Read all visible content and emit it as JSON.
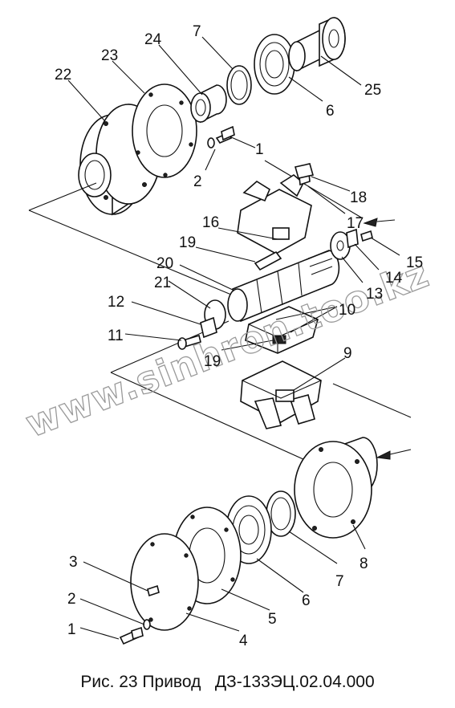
{
  "caption": "Рис. 23 Привод   ДЗ-133ЭЦ.02.04.000",
  "watermark": "www.sinhron.too.kz",
  "callouts": {
    "c1a": "1",
    "c2a": "2",
    "c6a": "6",
    "c7a": "7",
    "c9": "9",
    "c10": "10",
    "c11": "11",
    "c12": "12",
    "c13": "13",
    "c14": "14",
    "c15": "15",
    "c16": "16",
    "c17": "17",
    "c18": "18",
    "c19a": "19",
    "c19b": "19",
    "c20": "20",
    "c21": "21",
    "c22": "22",
    "c23": "23",
    "c24": "24",
    "c25": "25",
    "c1b": "1",
    "c2b": "2",
    "c3": "3",
    "c4": "4",
    "c5": "5",
    "c6b": "6",
    "c7b": "7",
    "c8": "8"
  }
}
